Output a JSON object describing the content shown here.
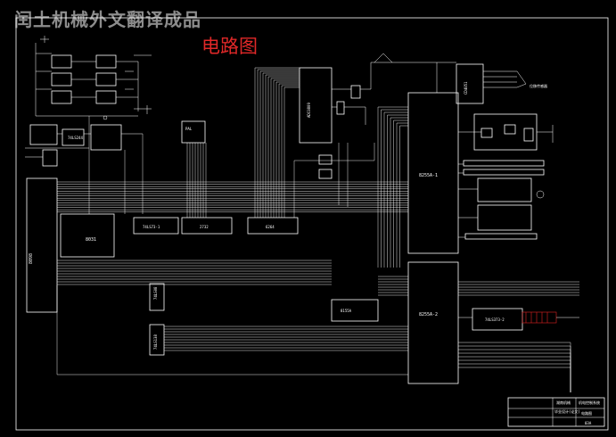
{
  "header_watermark": "闰土机械外文翻译成品",
  "title": "电路图",
  "chips": {
    "cpu": "8031",
    "cpu_left": "8098",
    "latch": "74LS73-1",
    "eprom": "2732",
    "ram": "6264",
    "adc": "ADC0809",
    "ppi1": "8255A-1",
    "ppi2": "8255A-2",
    "ppi_mid": "8155A",
    "decoder": "74LS138",
    "latch2": "74LS373-2",
    "driver": "74LS244",
    "pla": "PAL",
    "gate": "74LS08"
  },
  "sensor_label": "位移传感器",
  "title_block": {
    "school": "湖南机械",
    "subtitle": "毕业设计(论文)",
    "drawing": "电路图",
    "design": "机电控制系统",
    "no": "03A"
  },
  "colors": {
    "wire": "#ffffff",
    "title": "#e02828",
    "watermark": "#3a8fd0"
  }
}
